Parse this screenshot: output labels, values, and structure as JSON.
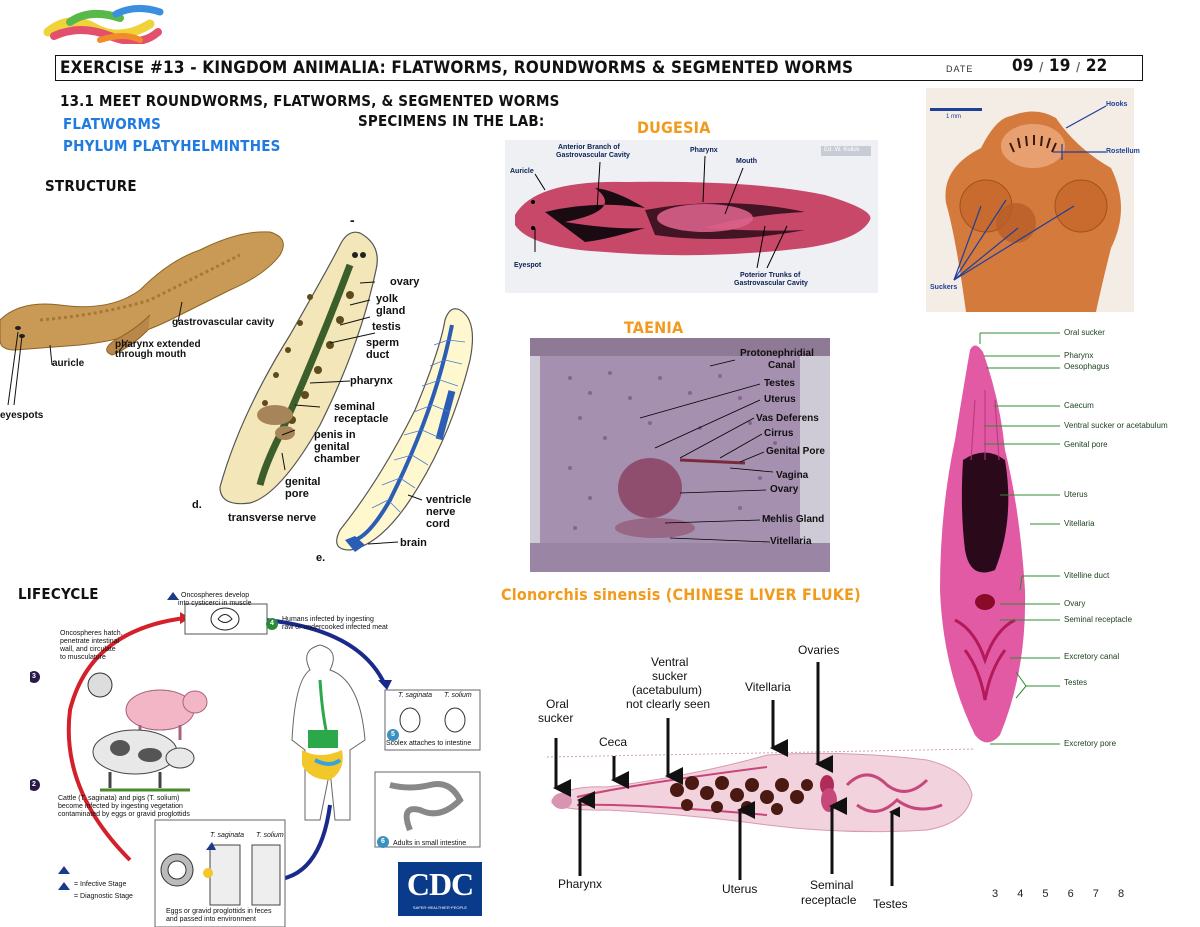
{
  "header": {
    "title": "EXERCISE #13 - KINGDOM ANIMALIA: FLATWORMS, ROUNDWORMS & SEGMENTED WORMS",
    "date_label": "DATE",
    "date_month": "09",
    "date_day": "19",
    "date_year": "22",
    "date_sep": "/"
  },
  "section": {
    "heading": "13.1 MEET ROUNDWORMS, FLATWORMS, & SEGMENTED WORMS",
    "group": "FLATWORMS",
    "phylum": "PHYLUM PLATYHELMINTHES",
    "specimens": "SPECIMENS IN THE LAB:",
    "structure": "STRUCTURE",
    "lifecycle": "LIFECYCLE"
  },
  "specimens": {
    "dugesia": "DUGESIA",
    "taenia": "TAENIA",
    "clonorchis": "Clonorchis sinensis (CHINESE LIVER FLUKE)"
  },
  "structure_labels": {
    "gastrovascular": "gastrovascular cavity",
    "pharynx_ext": "pharynx extended",
    "through_mouth": "through mouth",
    "auricle": "auricle",
    "eyespots": "eyespots",
    "ovary": "ovary",
    "yolk": "yolk",
    "gland": "gland",
    "testis": "testis",
    "sperm": "sperm",
    "duct": "duct",
    "pharynx": "pharynx",
    "seminal": "seminal",
    "receptacle": "receptacle",
    "penis_in": "penis in",
    "genital": "genital",
    "chamber": "chamber",
    "genital2": "genital",
    "pore": "pore",
    "d": "d.",
    "transverse": "transverse nerve",
    "ventricle": "ventricle",
    "nerve": "nerve",
    "cord": "cord",
    "brain": "brain",
    "e": "e."
  },
  "dugesia_labels": {
    "anterior1": "Anterior Branch of",
    "anterior2": "Gastrovascular Cavity",
    "pharynx": "Pharynx",
    "mouth": "Mouth",
    "auricle": "Auricle",
    "eyespot": "Eyespot",
    "poterior1": "Poterior Trunks of",
    "poterior2": "Gastrovascular Cavity",
    "credit": "Ed. W. Kulick"
  },
  "taenia_labels": [
    "Protonephridial",
    "Canal",
    "Testes",
    "Uterus",
    "Vas Deferens",
    "Cirrus",
    "Genital Pore",
    "Vagina",
    "Ovary",
    "Mehlis Gland",
    "Vitellaria"
  ],
  "scolex_labels": {
    "hooks": "Hooks",
    "rostellum": "Rostellum",
    "suckers": "Suckers",
    "scale": "1 mm"
  },
  "fluke_labels": [
    "Oral sucker",
    "Pharynx",
    "Oesophagus",
    "Caecum",
    "Ventral sucker or acetabulum",
    "Genital pore",
    "Uterus",
    "Vitellaria",
    "Vitelline duct",
    "Ovary",
    "Seminal receptacle",
    "Excretory canal",
    "Testes",
    "Excretory pore"
  ],
  "clonorchis_labels": {
    "oral1": "Oral",
    "oral2": "sucker",
    "ceca": "Ceca",
    "ventral1": "Ventral",
    "ventral2": "sucker",
    "ventral3": "(acetabulum)",
    "ventral4": "not clearly seen",
    "vitellaria": "Vitellaria",
    "ovaries": "Ovaries",
    "pharynx": "Pharynx",
    "uterus": "Uterus",
    "seminal1": "Seminal",
    "seminal2": "receptacle",
    "testes": "Testes"
  },
  "lifecycle": {
    "top": "Oncospheres develop",
    "top2": "into cysticerci in muscle",
    "step4a": "Humans infected by ingesting",
    "step4b": "raw or undercooked infected meat",
    "step3a": "Oncospheres hatch,",
    "step3b": "penetrate intestinal",
    "step3c": "wall, and circulate",
    "step3d": "to musculature",
    "step2a": "Cattle (T. saginata) and pigs (T. solium)",
    "step2b": "become infected by ingesting vegetation",
    "step2c": "contaminated by eggs or gravid proglottids",
    "saginata": "T. saginata",
    "solium": "T. solium",
    "step5": "Scolex attaches to intestine",
    "step6": "Adults in small intestine",
    "infective": "= Infective Stage",
    "diagnostic": "= Diagnostic Stage",
    "step1a": "Eggs or gravid proglottids in feces",
    "step1b": "and passed into environment",
    "n2": "2",
    "n3": "3",
    "n4": "4",
    "n5": "5",
    "n6": "6",
    "cdc": "CDC",
    "cdc_sub": "SAFER·HEALTHIER·PEOPLE"
  },
  "page_numbers": [
    "3",
    "4",
    "5",
    "6",
    "7",
    "8"
  ],
  "colors": {
    "blue": "#1f7be0",
    "orange": "#f29a1c",
    "arrow_green": "#2e8b2e"
  }
}
